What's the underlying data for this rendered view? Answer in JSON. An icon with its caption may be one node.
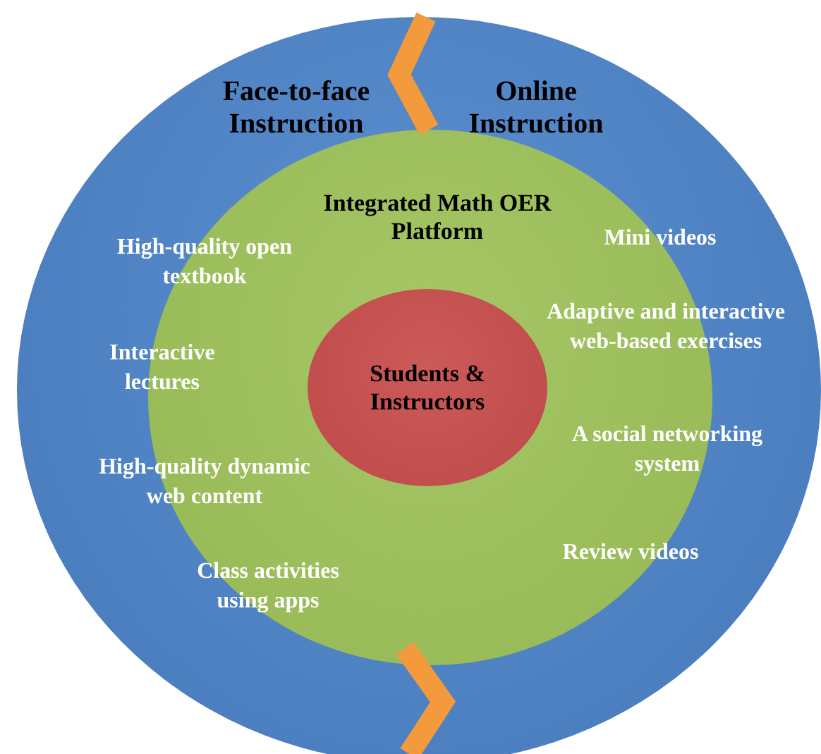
{
  "diagram": {
    "nodes": [
      {
        "text": [
          "Face-to-face Instruction",
          "Online Instruction"
        ]
      },
      {
        "text": [
          "Integrated Math OER Platform"
        ],
        "in": 0
      },
      {
        "text": [
          "Students & Instructors"
        ],
        "in": 1
      }
    ],
    "labels": [
      "High-quality open textbook",
      "Mini videos",
      "Adaptive and interactive web-based exercises",
      "Interactive lectures",
      "A social networking system",
      "High-quality dynamic web content",
      "Review videos",
      "Class activities using apps"
    ]
  }
}
